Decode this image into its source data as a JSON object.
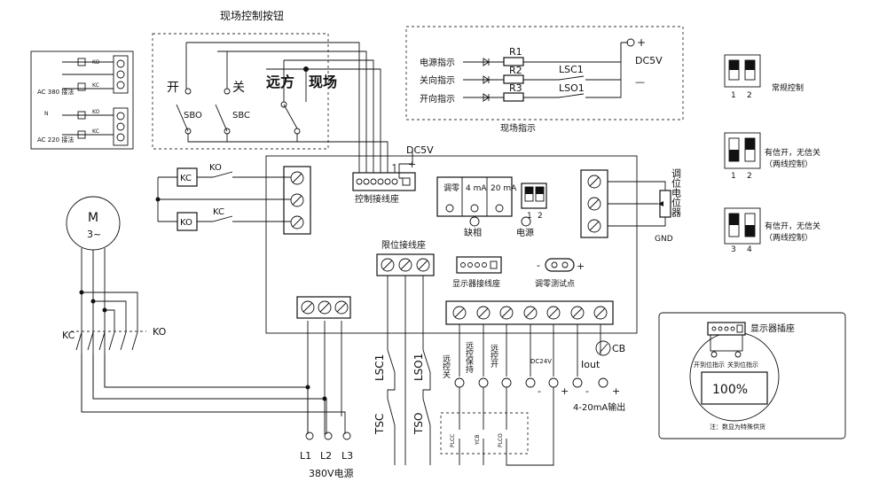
{
  "field_buttons": {
    "title": "现场控制按钮",
    "open": "开",
    "close": "关",
    "remote": "远方",
    "local": "现场",
    "sbo": "SBO",
    "sbc": "SBC"
  },
  "wiring_insets": {
    "ac380": "AC 380 接法",
    "ac220": "AC 220 接法",
    "n": "N",
    "ko": "KO",
    "kc": "KC"
  },
  "indication": {
    "title": "现场指示",
    "power": "电源指示",
    "close_ind": "关向指示",
    "open_ind": "开向指示",
    "r1": "R1",
    "r2": "R2",
    "r3": "R3",
    "lsc1": "LSC1",
    "lso1": "LSO1",
    "plus": "+",
    "minus": "—",
    "dc5v": "DC5V"
  },
  "dip_modes": [
    {
      "switch_nums": [
        "1",
        "2"
      ],
      "label": "常规控制"
    },
    {
      "switch_nums": [
        "1",
        "2"
      ],
      "label": "有信开，无信关",
      "sub": "（两线控制）"
    },
    {
      "switch_nums": [
        "3",
        "4"
      ],
      "label": "有信开，无信关",
      "sub": "（两线控制）"
    }
  ],
  "board": {
    "dc5v": "DC5V",
    "plus": "+",
    "minus": "-",
    "control_socket": "控制接线座",
    "zero_adj": "调零",
    "ma4": "4 mA",
    "ma20": "20 mA",
    "dip_nums": [
      "1",
      "2"
    ],
    "phase_loss": "缺相",
    "power": "电源",
    "limit_socket": "限位接线座",
    "display_socket": "显示器接线座",
    "zero_test": "调零测试点",
    "gnd": "GND",
    "pot": "调位电位器",
    "remote_close": "远控关",
    "remote_hold": "远控保持",
    "remote_open": "远控开",
    "dc24v": "DC24V",
    "iout": "Iout",
    "cb": "CB",
    "out_4_20": "4-20mA输出"
  },
  "motor": {
    "m": "M",
    "phase": "3~",
    "kc": "KC",
    "ko": "KO"
  },
  "power_labels": {
    "l1": "L1",
    "l2": "L2",
    "l3": "L3",
    "title": "380V电源"
  },
  "limits": {
    "lsc1": "LSC1",
    "lso1": "LSO1",
    "tsc": "TSC",
    "tso": "TSO"
  },
  "plc": {
    "plcc": "PLCC",
    "ycb": "YCB",
    "plco": "PLCO"
  },
  "display_panel": {
    "socket": "显示器插座",
    "close_ind": "开到位指示",
    "open_ind": "关到位指示",
    "value": "100%",
    "note": "注：数显为特殊供货"
  }
}
